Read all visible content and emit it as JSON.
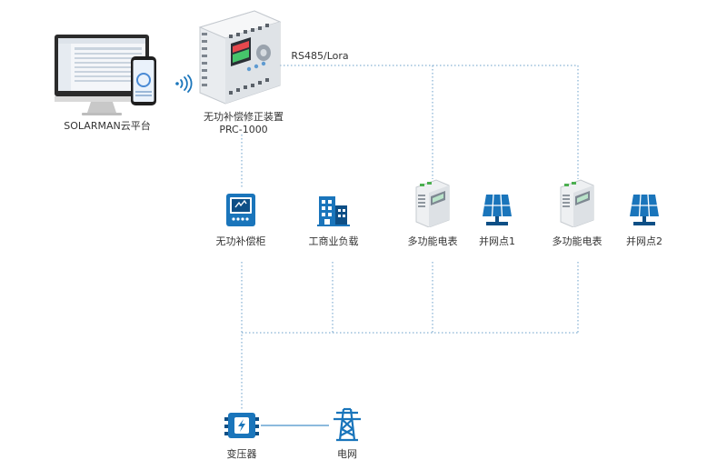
{
  "colors": {
    "line": "#6a9fc9",
    "icon_blue": "#1a75bb",
    "icon_dark": "#0e4f86",
    "text": "#333333"
  },
  "labels": {
    "cloud": "SOLARMAN云平台",
    "device_name": "无功补偿修正装置",
    "device_model": "PRC-1000",
    "bus": "RS485/Lora",
    "cabinet": "无功补偿柜",
    "load": "工商业负载",
    "meter1": "多功能电表",
    "grid_point1": "并网点1",
    "meter2": "多功能电表",
    "grid_point2": "并网点2",
    "transformer": "变压器",
    "grid": "电网"
  },
  "icons": {
    "cloud": "computer-and-phone-icon",
    "wireless": "wireless-signal-icon",
    "device": "controller-device-icon",
    "cabinet": "compensation-cabinet-icon",
    "load": "building-icon",
    "meter": "din-rail-meter-icon",
    "grid_point": "solar-panel-icon",
    "transformer": "transformer-icon",
    "grid": "power-tower-icon"
  }
}
